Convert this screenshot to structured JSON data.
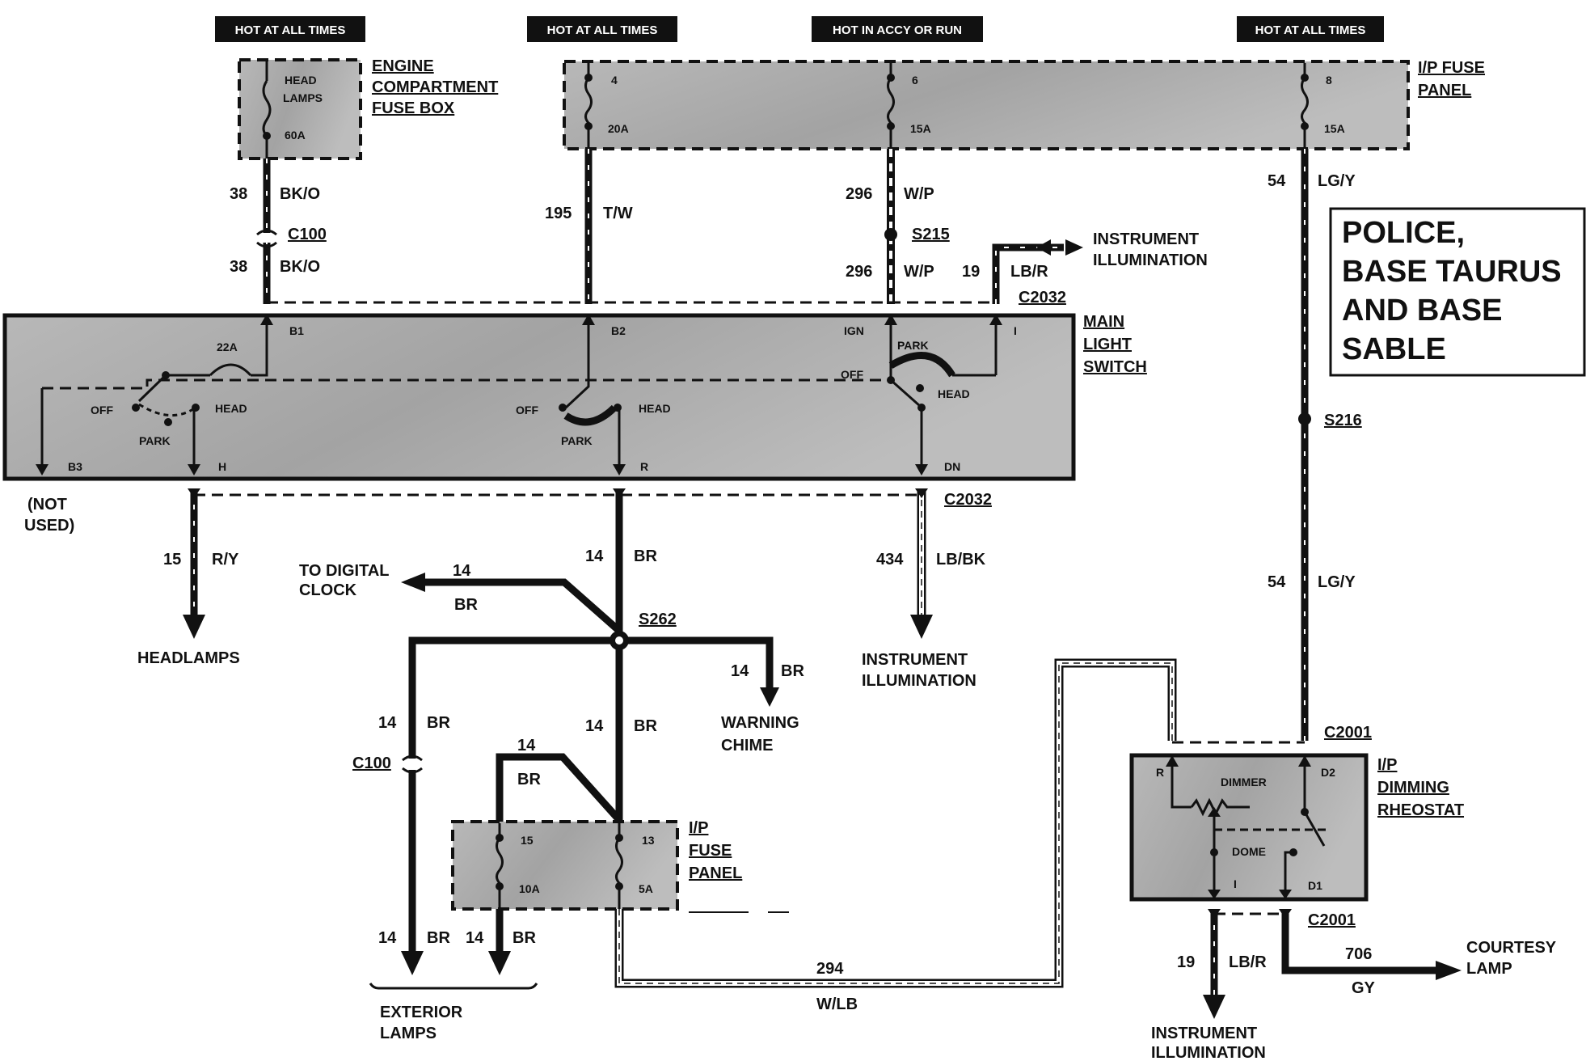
{
  "supply_labels": [
    "HOT AT ALL TIMES",
    "HOT AT ALL TIMES",
    "HOT IN ACCY OR RUN",
    "HOT AT ALL TIMES"
  ],
  "title_box": [
    "POLICE,",
    "BASE TAURUS",
    "AND BASE",
    "SABLE"
  ],
  "engine_fuse_box": {
    "title": [
      "ENGINE",
      "COMPARTMENT",
      "FUSE BOX"
    ],
    "fuse_name": [
      "HEAD",
      "LAMPS"
    ],
    "fuse_rating": "60A"
  },
  "ip_fuse_panel_top": {
    "title": [
      "I/P FUSE",
      "PANEL"
    ],
    "fuses": [
      {
        "number": "4",
        "rating": "20A"
      },
      {
        "number": "6",
        "rating": "15A"
      },
      {
        "number": "8",
        "rating": "15A"
      }
    ]
  },
  "main_light_switch": {
    "title": [
      "MAIN",
      "LIGHT",
      "SWITCH"
    ],
    "pins": [
      "B1",
      "B2",
      "IGN",
      "I",
      "B3",
      "H",
      "R",
      "DN"
    ],
    "fuse_rating": "22A",
    "positions": {
      "off": "OFF",
      "park": "PARK",
      "head": "HEAD"
    }
  },
  "connectors": {
    "c100": "C100",
    "c2032": "C2032",
    "c2001": "C2001"
  },
  "splices": {
    "s215": "S215",
    "s216": "S216",
    "s262": "S262"
  },
  "wires": {
    "w38": {
      "circuit": "38",
      "color": "BK/O"
    },
    "w195": {
      "circuit": "195",
      "color": "T/W"
    },
    "w296": {
      "circuit": "296",
      "color": "W/P"
    },
    "w19": {
      "circuit": "19",
      "color": "LB/R"
    },
    "w54": {
      "circuit": "54",
      "color": "LG/Y"
    },
    "w15": {
      "circuit": "15",
      "color": "R/Y"
    },
    "w14": {
      "circuit": "14",
      "color": "BR"
    },
    "w434": {
      "circuit": "434",
      "color": "LB/BK"
    },
    "w294": {
      "circuit": "294",
      "color": "W/LB"
    },
    "w706": {
      "circuit": "706",
      "color": "GY"
    }
  },
  "destinations": {
    "not_used": [
      "(NOT",
      "USED)"
    ],
    "headlamps": "HEADLAMPS",
    "digital_clock": [
      "TO DIGITAL",
      "CLOCK"
    ],
    "warning_chime": [
      "WARNING",
      "CHIME"
    ],
    "instrument_illumination": [
      "INSTRUMENT",
      "ILLUMINATION"
    ],
    "exterior_lamps": [
      "EXTERIOR",
      "LAMPS"
    ],
    "courtesy_lamp": [
      "COURTESY",
      "LAMP"
    ]
  },
  "ip_fuse_panel_bottom": {
    "title": [
      "I/P",
      "FUSE",
      "PANEL"
    ],
    "fuses": [
      {
        "number": "15",
        "rating": "10A"
      },
      {
        "number": "13",
        "rating": "5A"
      }
    ]
  },
  "dimming_rheostat": {
    "title": [
      "I/P",
      "DIMMING",
      "RHEOSTAT"
    ],
    "pins": [
      "R",
      "D2",
      "I",
      "D1"
    ],
    "labels": [
      "DIMMER",
      "DOME"
    ]
  }
}
